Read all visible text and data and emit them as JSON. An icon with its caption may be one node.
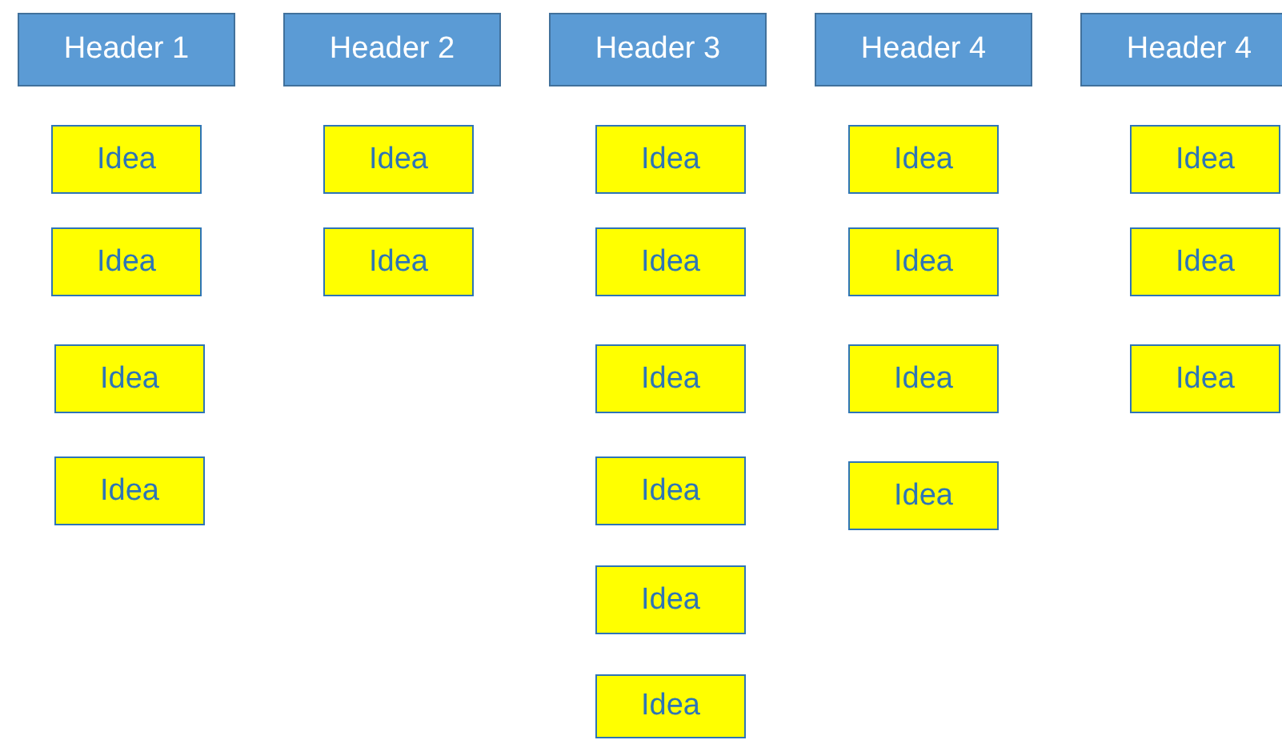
{
  "diagram": {
    "nodes": [
      {
        "text": [
          "Header 1"
        ]
      },
      {
        "text": [
          "Header 2"
        ]
      },
      {
        "text": [
          "Header 3"
        ]
      },
      {
        "text": [
          "Header 4"
        ]
      },
      {
        "text": [
          "Header 4"
        ]
      },
      {
        "text": [
          "Idea"
        ]
      },
      {
        "text": [
          "Idea"
        ]
      },
      {
        "text": [
          "Idea"
        ]
      },
      {
        "text": [
          "Idea"
        ]
      },
      {
        "text": [
          "Idea"
        ]
      },
      {
        "text": [
          "Idea"
        ]
      },
      {
        "text": [
          "Idea"
        ]
      },
      {
        "text": [
          "Idea"
        ]
      },
      {
        "text": [
          "Idea"
        ]
      },
      {
        "text": [
          "Idea"
        ]
      },
      {
        "text": [
          "Idea"
        ]
      },
      {
        "text": [
          "Idea"
        ]
      },
      {
        "text": [
          "Idea"
        ]
      },
      {
        "text": [
          "Idea"
        ]
      },
      {
        "text": [
          "Idea"
        ]
      },
      {
        "text": [
          "Idea"
        ]
      },
      {
        "text": [
          "Idea"
        ]
      },
      {
        "text": [
          "Idea"
        ]
      },
      {
        "text": [
          "Idea"
        ]
      }
    ],
    "edges": []
  }
}
